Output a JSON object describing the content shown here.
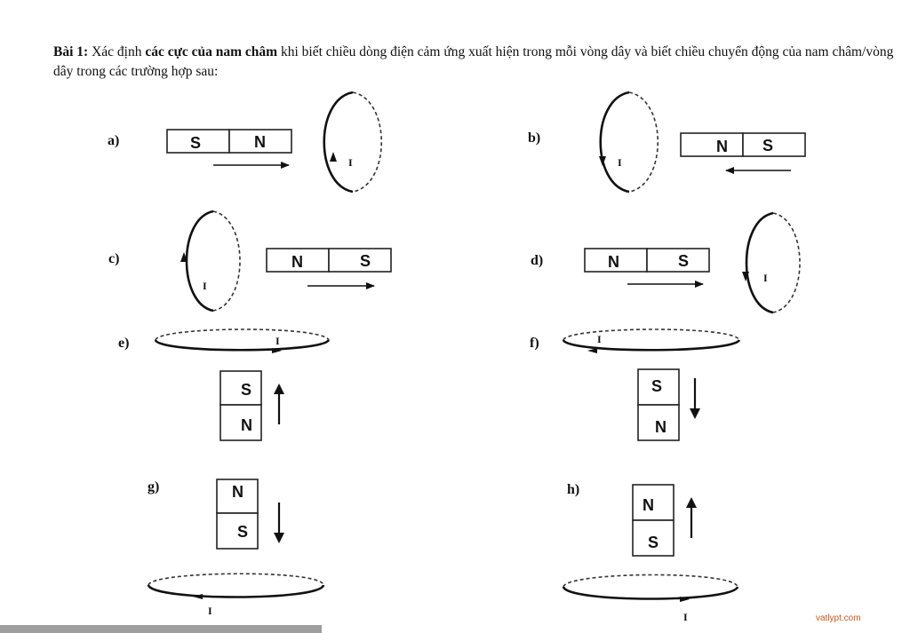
{
  "exercise": {
    "number": "Bài 1:",
    "lead": " Xác định ",
    "emphasis": "các cực của nam châm",
    "rest": " khi biết chiều dòng điện cảm ứng xuất hiện trong mỗi vòng dây và biết chiều chuyển động của nam châm/vòng dây trong các trường hợp sau:"
  },
  "cases": [
    {
      "id": "a",
      "label": "a)",
      "poles": [
        "S",
        "N"
      ],
      "current": "I"
    },
    {
      "id": "b",
      "label": "b)",
      "poles": [
        "N",
        "S"
      ],
      "current": "I"
    },
    {
      "id": "c",
      "label": "c)",
      "poles": [
        "N",
        "S"
      ],
      "current": "I"
    },
    {
      "id": "d",
      "label": "d)",
      "poles": [
        "N",
        "S"
      ],
      "current": "I"
    },
    {
      "id": "e",
      "label": "e)",
      "poles": [
        "S",
        "N"
      ],
      "current": "I"
    },
    {
      "id": "f",
      "label": "f)",
      "poles": [
        "S",
        "N"
      ],
      "current": "I"
    },
    {
      "id": "g",
      "label": "g)",
      "poles": [
        "N",
        "S"
      ],
      "current": "I"
    },
    {
      "id": "h",
      "label": "h)",
      "poles": [
        "N",
        "S"
      ],
      "current": "I"
    }
  ],
  "watermark": "vatlypt.com",
  "colors": {
    "ink": "#111111",
    "watermark": "#c85a1e",
    "bottom_bar": "#9e9e9e"
  }
}
